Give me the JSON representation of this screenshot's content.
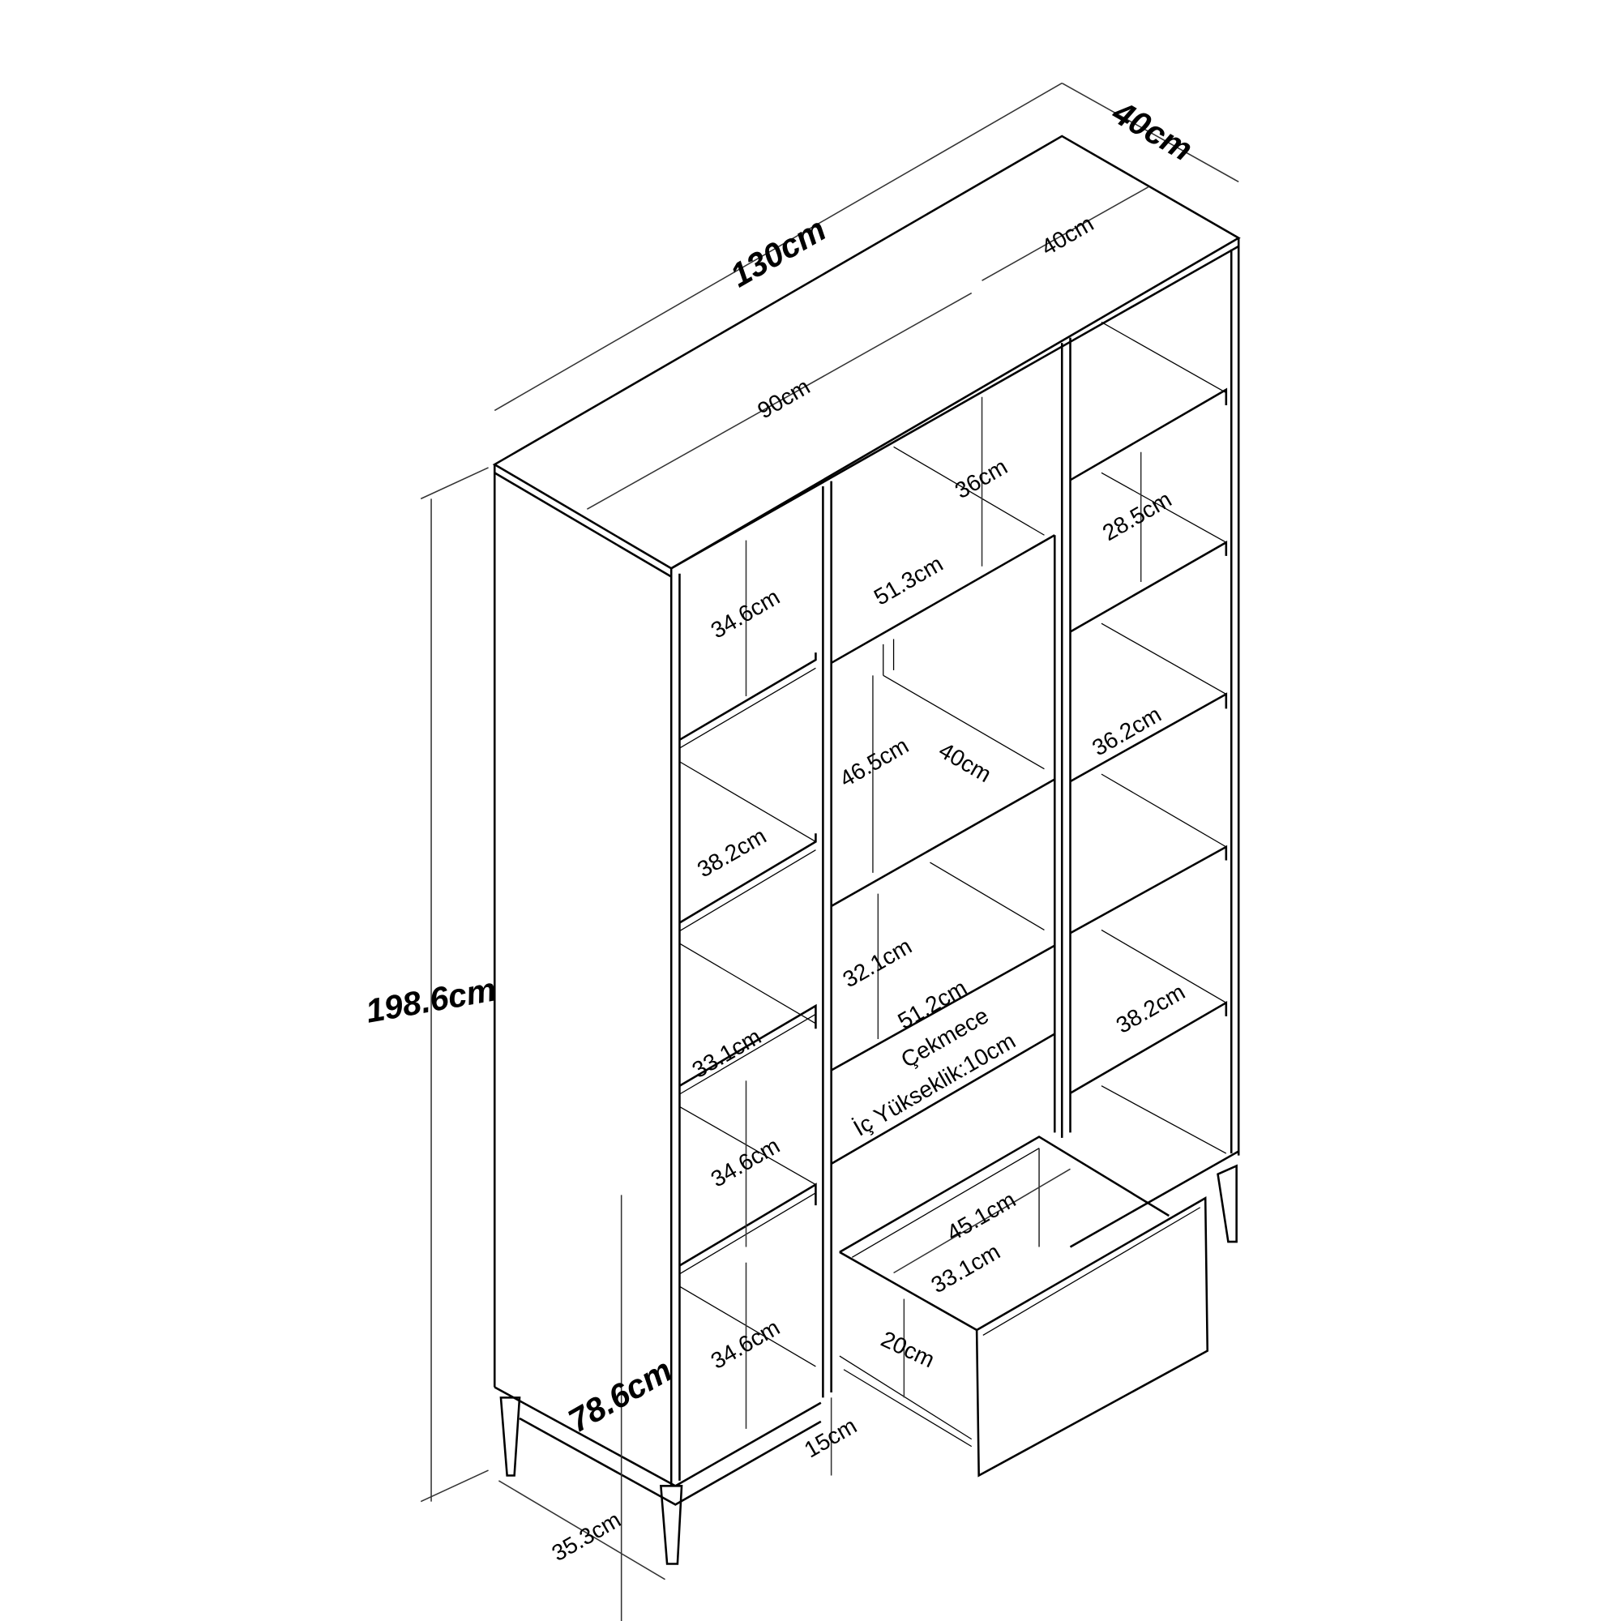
{
  "title": "Bookshelf with drawer – dimensions",
  "labels": {
    "total_width": "130cm",
    "total_depth": "40cm",
    "total_height": "198.6cm",
    "right_column_width": "40cm",
    "middle_left_width": "90cm",
    "middle_top_height": "36cm",
    "middle_top_shelf_width": "51.3cm",
    "left_top_height": "34.6cm",
    "right_top_height": "28.5cm",
    "middle_open_height": "46.5cm",
    "middle_open_depth": "40cm",
    "right_mid_height": "36.2cm",
    "left_second_height": "38.2cm",
    "middle_lower_height": "32.1cm",
    "middle_lower_width": "51.2cm",
    "drawer_name": "Çekmece",
    "drawer_inner_height": "İç Yükseklik:10cm",
    "right_lower_height": "38.2cm",
    "left_third_height": "33.1cm",
    "left_fourth_height": "34.6cm",
    "drawer_depth": "45.1cm",
    "drawer_width": "33.1cm",
    "left_bottom_height": "34.6cm",
    "drawer_height": "20cm",
    "lower_height": "78.6cm",
    "leg_height": "15cm",
    "inner_depth": "35.3cm"
  }
}
